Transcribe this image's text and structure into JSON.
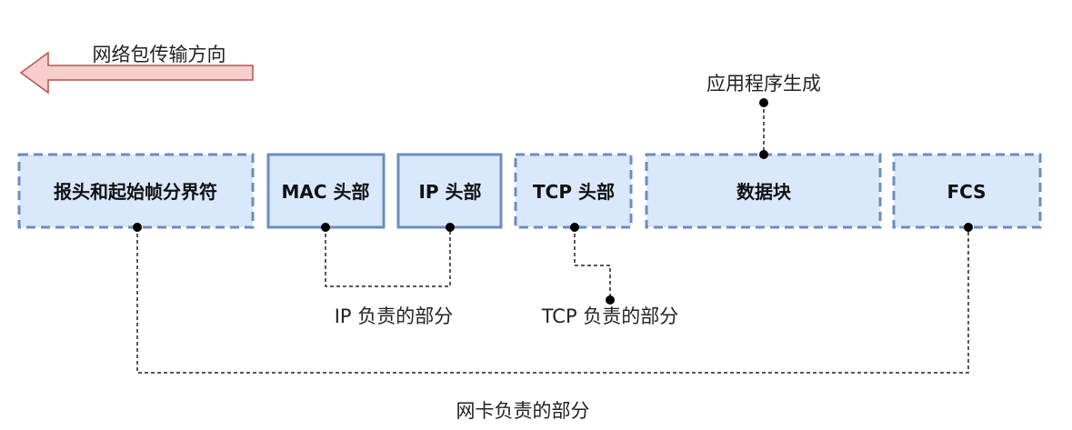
{
  "direction": {
    "label": "网络包传输方向",
    "arrow_fill": "#f8cecc",
    "arrow_stroke": "#b85450"
  },
  "segments": [
    {
      "label": "报头和起始帧分界符",
      "border": "dashed"
    },
    {
      "label": "MAC 头部",
      "border": "solid"
    },
    {
      "label": "IP 头部",
      "border": "solid"
    },
    {
      "label": "TCP 头部",
      "border": "dashed"
    },
    {
      "label": "数据块",
      "border": "dashed"
    },
    {
      "label": "FCS",
      "border": "dashed"
    }
  ],
  "annotations": {
    "app": "应用程序生成",
    "ip": "IP 负责的部分",
    "tcp": "TCP 负责的部分",
    "nic": "网卡负责的部分"
  },
  "colors": {
    "box_fill": "#dae8fc",
    "box_stroke": "#6c8ebf"
  }
}
